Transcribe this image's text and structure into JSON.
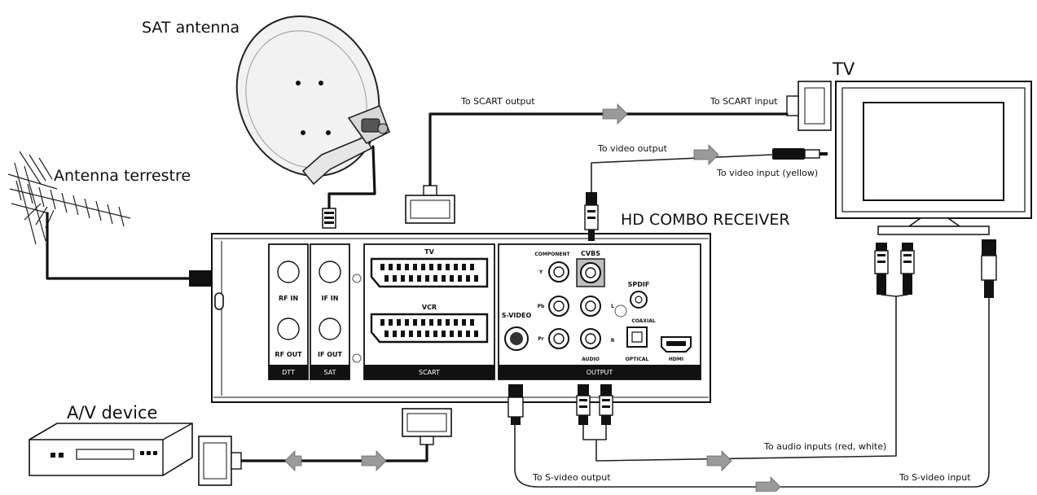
{
  "labels": {
    "sat_antenna": "SAT antenna",
    "terrestrial_antenna": "Antenna terrestre",
    "tv": "TV",
    "receiver": "HD COMBO RECEIVER",
    "av_device": "A/V device"
  },
  "cables": {
    "scart_output": "To SCART output",
    "scart_input": "To SCART input",
    "video_output": "To video output",
    "video_input": "To video input (yellow)",
    "audio_inputs": "To audio inputs (red, white)",
    "svideo_output": "To S-video output",
    "svideo_input": "To S-video input"
  },
  "panel": {
    "dtt": {
      "rf_in": "RF IN",
      "rf_out": "RF OUT",
      "footer": "DTT"
    },
    "sat": {
      "if_in": "IF IN",
      "if_out": "IF OUT",
      "footer": "SAT"
    },
    "scart": {
      "tv": "TV",
      "vcr": "VCR",
      "footer": "SCART"
    },
    "output": {
      "component": "COMPONENT",
      "cvbs": "CVBS",
      "y": "Y",
      "pb": "Pb",
      "pr": "Pr",
      "svideo": "S-VIDEO",
      "spdif": "SPDIF",
      "coaxial": "COAXIAL",
      "l": "L",
      "r": "R",
      "audio": "AUDIO",
      "optical": "OPTICAL",
      "hdmi": "HDMI",
      "footer": "OUTPUT"
    }
  },
  "colors": {
    "line": "#111111",
    "arrow": "#9a9a9a",
    "panel_bar": "#111111"
  }
}
